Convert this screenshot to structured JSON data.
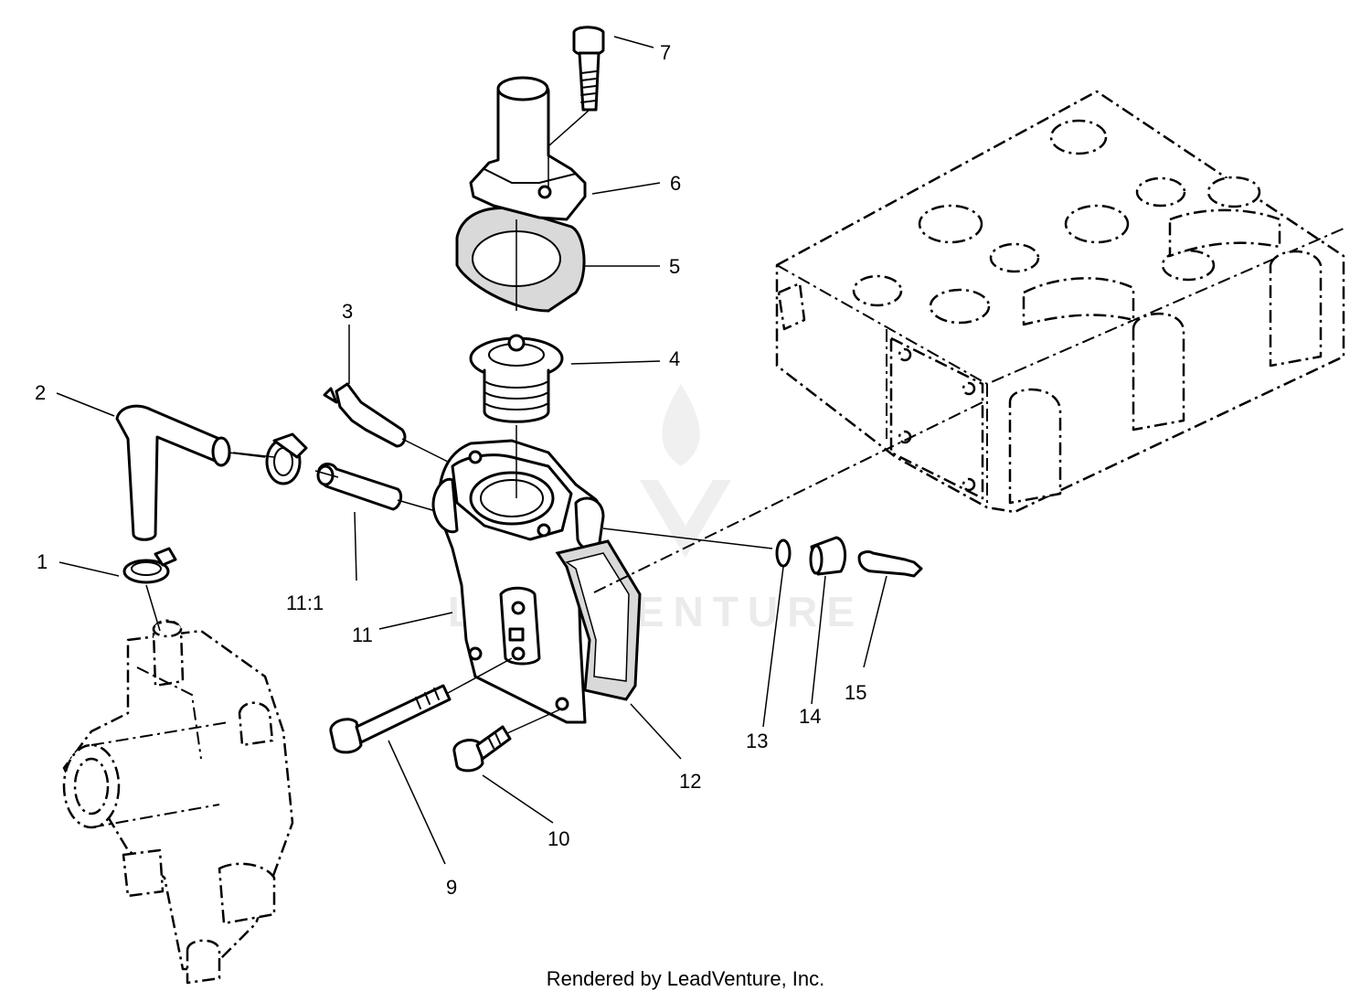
{
  "callouts": {
    "c1": "1",
    "c2": "2",
    "c3": "3",
    "c4": "4",
    "c5": "5",
    "c6": "6",
    "c7": "7",
    "c9": "9",
    "c10": "10",
    "c11": "11",
    "c11_1": "11:1",
    "c12": "12",
    "c13": "13",
    "c14": "14",
    "c15": "15"
  },
  "watermark": {
    "text": "LEADVENTURE"
  },
  "footer": {
    "credit": "Rendered by LeadVenture, Inc."
  },
  "colors": {
    "line": "#000000",
    "background": "#ffffff",
    "watermark": "#e9e9e9"
  }
}
